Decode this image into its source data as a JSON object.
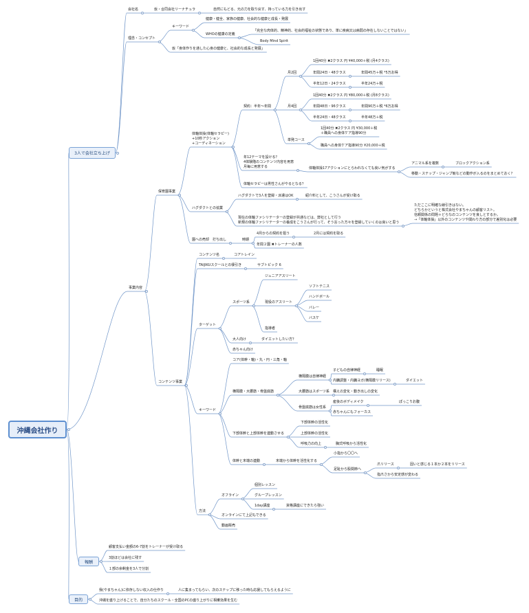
{
  "root": {
    "label": "沖縄会社作り"
  },
  "branches": {
    "setup": {
      "label": "3人で会社立ち上げ",
      "company_name": {
        "label": "会社名",
        "child": "仮・合同会社リーナチュラ",
        "desc": "自然にもどる、元の力を取り戻す、持っている力を引き出す"
      },
      "concept": {
        "label": "理念・コンセプト",
        "keyword": "キーワード",
        "keywords": [
          "健康・健全、家族の健康、社会的な健康と成長・発展",
          "WHOの健康の定義"
        ],
        "who_children": [
          "「完全な肉体的、精神的、社会的福祉の状態であり、単に疾病又は病弱の存在しないことではない」",
          "Body Mind Spirit"
        ],
        "tagline": "仮「身体作りを通した心身の健康と、社会的な成長と発展」"
      }
    },
    "business": {
      "label": "事業内容",
      "biz_reading": "保育園事業",
      "program": {
        "label": "体軸体操(体軸セラピー)\n+10秒アクション\n+コーディネーション",
        "contract": "契約：半年～年間",
        "monthly2": "月2回",
        "m2": [
          "1回40分 ✖2クラス 円 ¥40,000＋税 (月4クラス)",
          "年間24日・48クラス",
          "半年12日・24クラス"
        ],
        "m2v": [
          "年間45万＋税 *5万お得",
          "半年24万＋税"
        ],
        "monthly4": "月4回",
        "m4": [
          "1回40分 ✖2クラス 円 ¥80,000＋税 (月8クラス)",
          "年間48日・96クラス",
          "半年24日・48クラス"
        ],
        "m4v": [
          "年間90万＋税 *6万お得",
          "半年48万＋税"
        ],
        "single": "単発コース",
        "singles": [
          "1回40分 ✖2クラス 円 ¥30,000＋税\n＋職員への身体ケア指導90分",
          "職員への身体ケア指導90分 ¥20,000＋税"
        ],
        "themes": "年12テーマを設ける？\n4体験階のコンテンツ内容を用意\n月毎に用意する",
        "theme_child": "体軸体操17アクションにとらわれなくても良い気がする",
        "theme_leaves": [
          "アニマル系を複数",
          "ブロックアクション系",
          "移動・ステップ・ジャンプ競などの動作が入るのをまとめておく？"
        ],
        "staff_q": "体軸セラピーは男性さんがやるとなる？"
      },
      "hug": {
        "label": "ハグダクトとの協業",
        "i1": "ハグダクトで3人を登録・派遣はOK",
        "i1c": "紹介料として、こうさんが受け取る",
        "i2": "現在の体軸ファシリテーターの登録が共通などは、弊社として行う\n新規の体軸ファシリテーターの養成をこうさんが行って、そう言った方々を登録していくのは良いと思う",
        "i2c": "ただここに明確な線引きはない。\nどちらかというと株式会社やまちゃんの顧客リスト。\n信頼関係の問題＋どらなのコンテンツを良しとするか。\n→「体軸体操」以外のコンテンツや関わり方の部分で差別化は必要"
      },
      "apply": {
        "label": "園への売却　打ち出し",
        "period": "時期",
        "items": [
          "4月からの契約を狙う",
          "年間２園 ✖トレーナーの人数"
        ],
        "sub": "2月には契約を取る"
      },
      "content": {
        "label": "コンテンツ事業",
        "name": "コンテンツ名",
        "name_val": "コアトレイン",
        "tai": "TAIJIKUスクールとの棲引き",
        "tai_val": "サブトピック 6",
        "target": "ターゲット",
        "sports": "スポーツ系",
        "junior": "ジュニアアスリート",
        "current": "現役のアスリート",
        "current_items": [
          "ソフトテニス",
          "ハンドボール",
          "バレー",
          "バスケ"
        ],
        "coach": "指導者",
        "adult": "大人向け",
        "adult_val": "ダイエットしたい方？",
        "baby": "赤ちゃん向け",
        "keyword": "キーワード",
        "core": "コア(体幹・軸)・丸・円・三角・軸",
        "pelvis": "横隔膜・大腰筋・骨盤底筋",
        "pel_items": [
          "横隔膜は自律神経",
          "大腰筋はスポーツ系",
          "骨盤底筋は女性系"
        ],
        "auto": [
          "子どもの自律神経",
          "内臓調整・内臓ヨガ(横隔膜リリース)"
        ],
        "auto_leaf": "睡眠",
        "diet": "ダイエット",
        "psoas": "構えの変化・動き出しの変化",
        "women": [
          "産後のボディメイク",
          "赤ちゃんにもフォーカス"
        ],
        "women_leaf": "ぽっこりお腹",
        "lower": "下部体幹と上部体幹を連動させる",
        "lower_items": [
          "下部体幹の活性化",
          "上部体幹の活性化",
          "呼吸力の向上"
        ],
        "breath": "胸式呼吸から活性化",
        "trunk": "体幹と末端の連動",
        "trunk_c": "末端から体幹を活性化する",
        "trunk_items": [
          "小指から〇〇へ",
          "足趾から股関節へ"
        ],
        "toe": "爪リリース",
        "toe_leaf": "固いと感じる１本か２本をリリース",
        "pull": "指爪さから安定感が変わる",
        "method": "方法",
        "offline": "オフライン",
        "off_items": [
          "個別レッスン",
          "グループレッスン",
          "1day講座"
        ],
        "oneday": "資格講座にできたら強い",
        "online": "オンラインにて上記もできる",
        "video": "動画販売"
      }
    },
    "reward": {
      "label": "報酬",
      "items": [
        "顧客支払い金額の6-7割をトレーナーが受け取る",
        "3割ほどは会社に残す",
        "１部の余剰金を3人で分割"
      ]
    },
    "purpose": {
      "label": "目的",
      "items": [
        "我(やまちゃん)に依存しない収入の仕作り",
        "沖縄を盛り上げることで、自分たちのスクール・全国のPCの盛り上がりに相乗効果を生む"
      ],
      "p1c": "人に集まってもらい、次のステップに移った時も応援してもらえるように"
    }
  }
}
